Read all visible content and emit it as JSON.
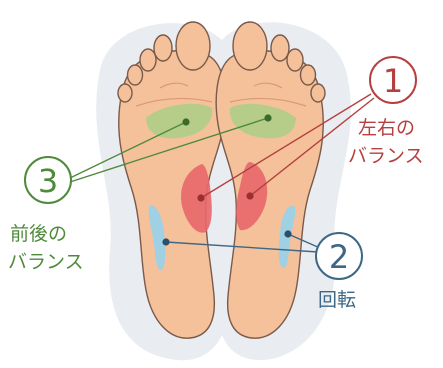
{
  "callouts": {
    "one": {
      "number": "1",
      "line1": "左右の",
      "line2": "バランス",
      "color": "#b5403f"
    },
    "two": {
      "number": "2",
      "line1": "回転",
      "color": "#3d6785"
    },
    "three": {
      "number": "3",
      "line1": "前後の",
      "line2": "バランス",
      "color": "#4f8a3c"
    }
  },
  "zones": {
    "forefoot": {
      "color": "#a9cf86",
      "label_ref": "three"
    },
    "midfoot": {
      "color": "#e8676a",
      "label_ref": "one"
    },
    "arch": {
      "color": "#9fd0e3",
      "label_ref": "two"
    }
  },
  "colors": {
    "background": "#ffffff",
    "shadow": "#e9ecf0",
    "skin": "#f4c19a",
    "skin_outline": "#7a5a4a"
  }
}
